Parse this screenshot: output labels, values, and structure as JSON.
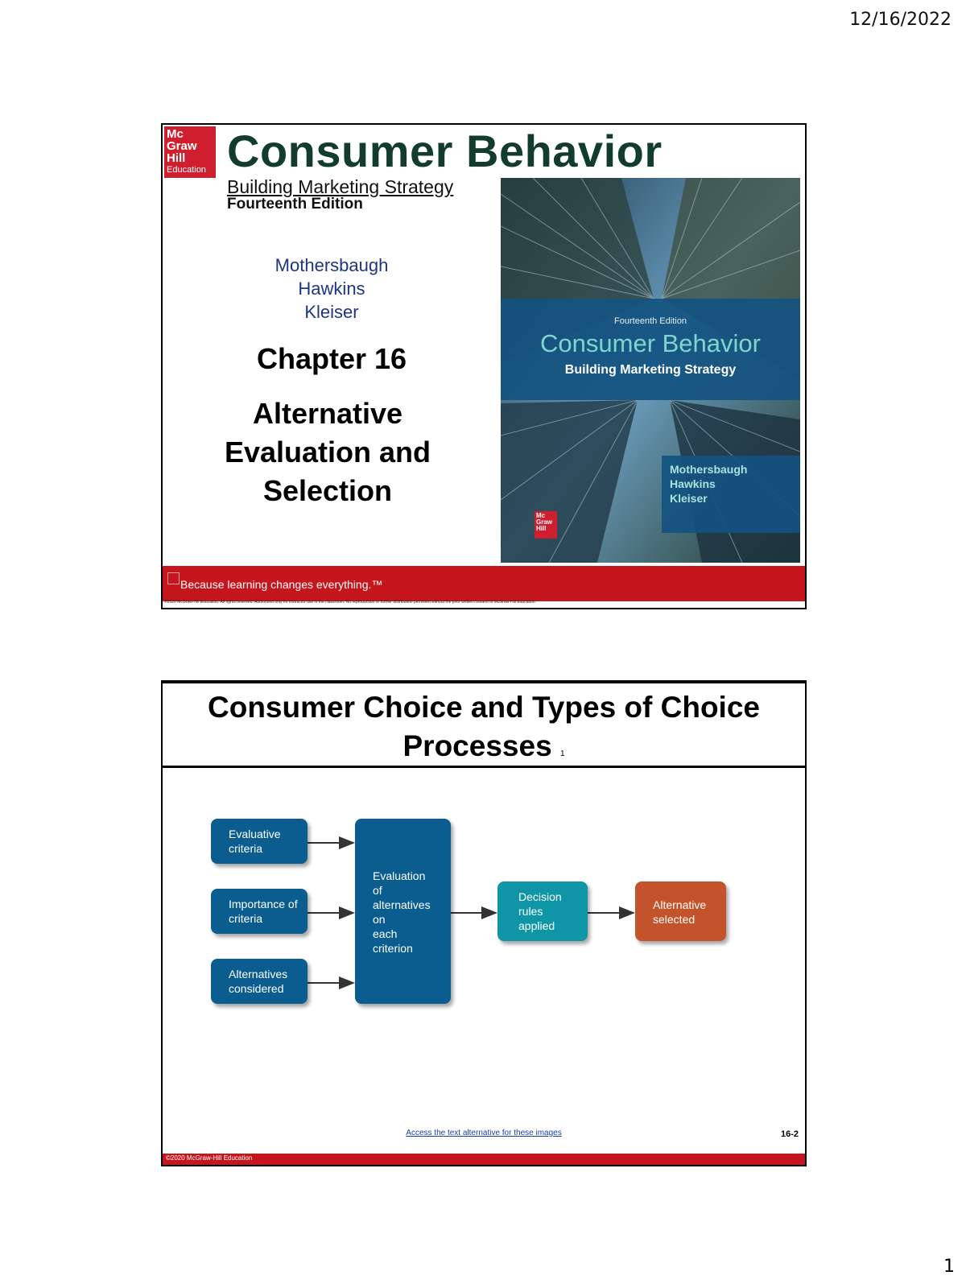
{
  "header": {
    "date": "12/16/2022"
  },
  "footer": {
    "page_number": "1"
  },
  "slide1": {
    "logo": {
      "line1": "Mc",
      "line2": "Graw",
      "line3": "Hill",
      "line4": "Education"
    },
    "title": "Consumer Behavior",
    "subtitle": "Building Marketing Strategy",
    "edition": "Fourteenth Edition",
    "authors": [
      "Mothersbaugh",
      "Hawkins",
      "Kleiser"
    ],
    "chapter": "Chapter 16",
    "chapter_title": "Alternative Evaluation and Selection",
    "cover": {
      "edition": "Fourteenth Edition",
      "title": "Consumer Behavior",
      "subtitle": "Building Marketing Strategy",
      "authors": [
        "Mothersbaugh",
        "Hawkins",
        "Kleiser"
      ],
      "logo": [
        "Mc",
        "Graw",
        "Hill"
      ]
    },
    "tagline": "Because learning changes everything.™",
    "copyright": "©2020 McGraw-Hill Education. All rights reserved. Authorized only for instructor use in the classroom. No reproduction or further distribution permitted without the prior written consent of McGraw-Hill Education."
  },
  "slide2": {
    "title": "Consumer Choice and Types of Choice Processes",
    "title_mark": "1",
    "diagram": {
      "inputs": [
        "Evaluative criteria",
        "Importance of criteria",
        "Alternatives considered"
      ],
      "evaluation": [
        "Evaluation",
        "of",
        "alternatives",
        "on",
        "each",
        "criterion"
      ],
      "decision": [
        "Decision",
        "rules",
        "applied"
      ],
      "result": [
        "Alternative",
        "selected"
      ]
    },
    "access_link": "Access the text alternative for these images",
    "slide_number": "16-2",
    "copyright": "©2020 McGraw-Hill Education"
  },
  "colors": {
    "brand_red": "#c4161c",
    "title_green": "#123d2c",
    "author_blue": "#1f3580",
    "box_blue": "#0b5d8f",
    "box_teal": "#0e96a7",
    "box_orange": "#c2532b"
  }
}
